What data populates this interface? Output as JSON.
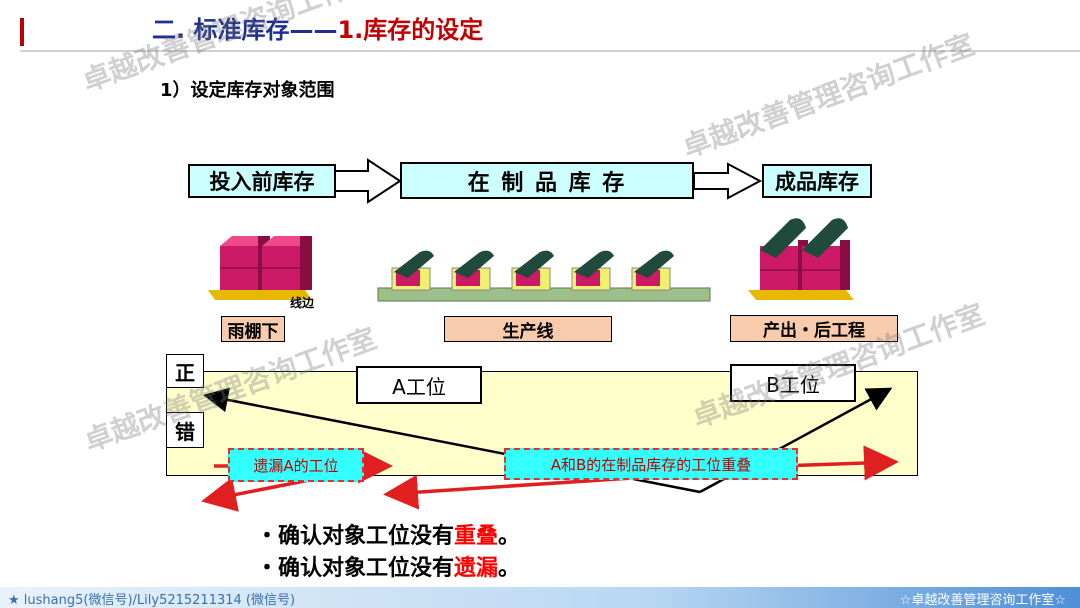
{
  "header": {
    "title_blue": "二. 标准库存——",
    "title_red": "1.库存的设定"
  },
  "subtitle": "1）设定库存对象范围",
  "flow": {
    "left": "投入前库存",
    "middle": "在 制 品 库 存",
    "right": "成品库存"
  },
  "note": "线边",
  "labels": {
    "left": "雨棚下",
    "middle": "生产线",
    "right": "产出・后工程"
  },
  "rows": {
    "correct": "正",
    "wrong": "错"
  },
  "stations": {
    "a": "A工位",
    "b": "B工位"
  },
  "callouts": {
    "missing": "遗漏A的工位",
    "overlap": "A和B的在制品库存的工位重叠"
  },
  "bullets": [
    {
      "prefix": "・确认对象工位没有",
      "highlight": "重叠",
      "suffix": "。"
    },
    {
      "prefix": "・确认对象工位没有",
      "highlight": "遗漏",
      "suffix": "。"
    }
  ],
  "watermark": "卓越改善管理咨询工作室",
  "footer": {
    "left": "lushang5(微信号)/Lily5215211314 (微信号)",
    "right": "☆卓越改善管理咨询工作室☆"
  },
  "colors": {
    "title_blue": "#1f2f8f",
    "title_red": "#c00000",
    "box_fill": "#ccffff",
    "label_fill": "#f8cbad",
    "band_fill": "#ffffcc",
    "arrow_red": "#e02020",
    "callout_fill": "#33ffff"
  }
}
